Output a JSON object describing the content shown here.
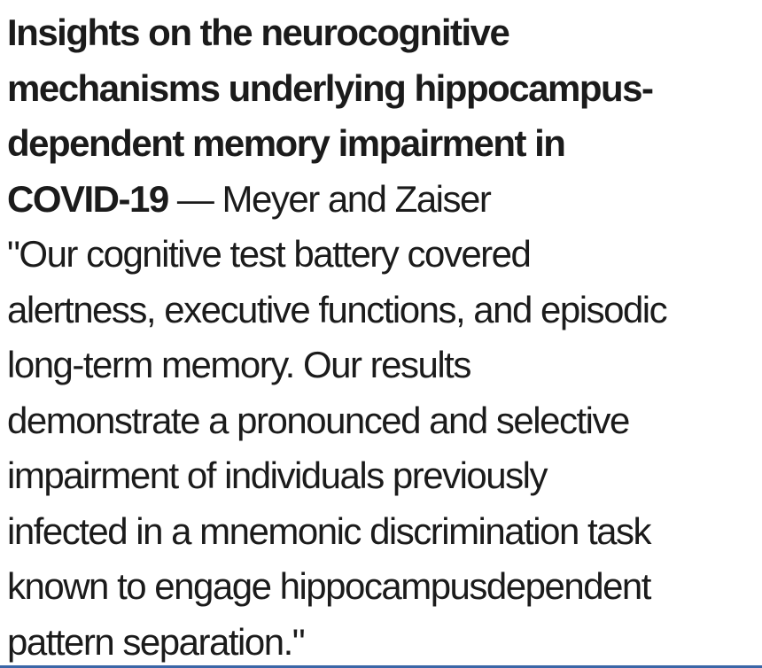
{
  "content": {
    "title": "Insights on the neurocognitive mechanisms underlying hippocampus-dependent memory impairment in COVID-19",
    "attribution": "— Meyer and Zaiser",
    "quote": "\"Our cognitive test battery covered alertness, executive functions, and episodic long-term memory. Our results demonstrate a pronounced and selective impairment of individuals previously infected in a mnemonic discrimination task known to engage hippocampusdependent pattern separation.\"",
    "lines": [
      [
        {
          "t": "Insights on the neurocognitive",
          "b": true,
          "name": "title-text"
        }
      ],
      [
        {
          "t": "mechanisms underlying hippocampus-",
          "b": true,
          "name": "title-text"
        }
      ],
      [
        {
          "t": "dependent memory impairment in",
          "b": true,
          "name": "title-text"
        }
      ],
      [
        {
          "t": "COVID-19",
          "b": true,
          "name": "title-text"
        },
        {
          "t": " — Meyer and Zaiser",
          "b": false,
          "name": "attribution-text"
        }
      ],
      [
        {
          "t": "\"Our cognitive test battery covered",
          "b": false,
          "name": "quote-text"
        }
      ],
      [
        {
          "t": "alertness, executive functions, and episodic",
          "b": false,
          "name": "quote-text"
        }
      ],
      [
        {
          "t": "long-term memory. Our results",
          "b": false,
          "name": "quote-text"
        }
      ],
      [
        {
          "t": "demonstrate a pronounced and selective",
          "b": false,
          "name": "quote-text"
        }
      ],
      [
        {
          "t": "impairment of individuals previously",
          "b": false,
          "name": "quote-text"
        }
      ],
      [
        {
          "t": "infected in a mnemonic discrimination task",
          "b": false,
          "name": "quote-text"
        }
      ],
      [
        {
          "t": "known to engage hippocampusdependent",
          "b": false,
          "name": "quote-text"
        }
      ],
      [
        {
          "t": "pattern separation.\"",
          "b": false,
          "name": "quote-text"
        }
      ]
    ]
  },
  "colors": {
    "text": "#1b1b1b",
    "background": "#ffffff",
    "bottom_line": "#3a66a7"
  }
}
